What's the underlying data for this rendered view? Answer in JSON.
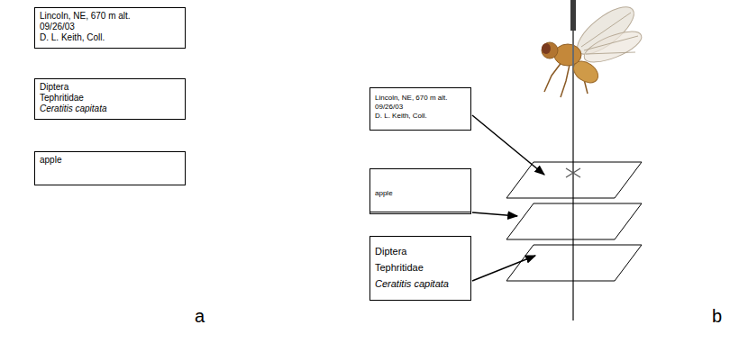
{
  "diagram": {
    "nodes": [
      {
        "text": [
          "Lincoln, NE, 670 m alt.",
          "09/26/03",
          "D. L. Keith, Coll."
        ]
      },
      {
        "text": [
          "Diptera",
          "Tephritidae",
          "Ceratitis capitata"
        ]
      },
      {
        "text": [
          "apple"
        ]
      },
      {
        "text": [
          "Lincoln, NE, 670 m alt.",
          "09/26/03",
          "D. L. Keith, Coll."
        ]
      },
      {
        "text": [
          "apple"
        ]
      },
      {
        "text": [
          "Diptera",
          "Tephritidae",
          "Ceratitis capitata"
        ]
      }
    ],
    "labels": [
      "a",
      "b"
    ]
  }
}
